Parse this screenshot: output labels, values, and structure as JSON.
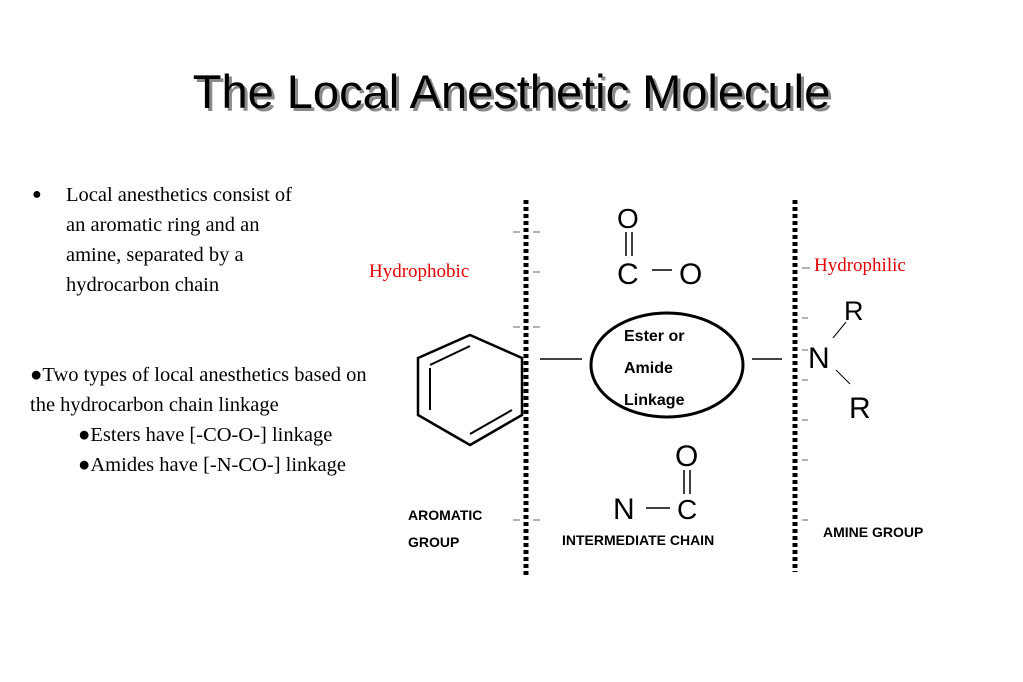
{
  "title": "The Local Anesthetic Molecule",
  "bullets": {
    "b1_glyph": "●",
    "b1_text": "Local anesthetics consist of an aromatic ring and an amine, separated by a hydrocarbon chain",
    "b2_text": "●Two types  of local anesthetics based on the hydrocarbon chain linkage",
    "sub1": "●Esters have [-CO-O-] linkage",
    "sub2": "●Amides have  [-N-CO-] linkage"
  },
  "diagram": {
    "hydrophobic_label": "Hydrophobic",
    "hydrophilic_label": "Hydrophilic",
    "ester": {
      "o_top": "O",
      "c": "C",
      "o_right": "O"
    },
    "amide": {
      "o_top": "O",
      "n": "N",
      "c": "C"
    },
    "linkage_line1": "Ester or",
    "linkage_line2": "Amide",
    "linkage_line3": "Linkage",
    "amine": {
      "n": "N",
      "r_top": "R",
      "r_bottom": "R"
    },
    "aromatic_line1": "AROMATIC",
    "aromatic_line2": "GROUP",
    "intermediate_label": "INTERMEDIATE CHAIN",
    "amine_label": "AMINE GROUP",
    "colors": {
      "hydro_label": "#e60000",
      "ink": "#000000",
      "shadow": "#8a8a8a"
    }
  }
}
